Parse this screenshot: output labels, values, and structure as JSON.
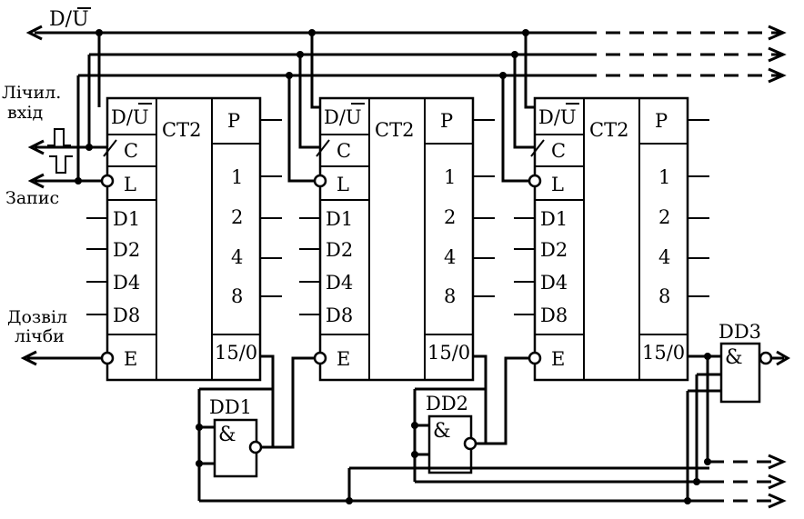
{
  "bus": {
    "dir_label_prefix": "D/",
    "dir_label_bar": "U"
  },
  "inputs": {
    "count_in_1": "Лічил.",
    "count_in_2": "вхід",
    "write": "Запис",
    "enable_1": "Дозвіл",
    "enable_2": "лічби"
  },
  "counters": [
    {
      "func": "CT2",
      "pins_left": {
        "dir_prefix": "D/",
        "dir_bar": "U",
        "clock": "C",
        "load": "L",
        "d1": "D1",
        "d2": "D2",
        "d4": "D4",
        "d8": "D8",
        "enable": "E"
      },
      "pins_right": {
        "p": "P",
        "q1": "1",
        "q2": "2",
        "q4": "4",
        "q8": "8",
        "tc": "15/0"
      }
    },
    {
      "func": "CT2",
      "pins_left": {
        "dir_prefix": "D/",
        "dir_bar": "U",
        "clock": "C",
        "load": "L",
        "d1": "D1",
        "d2": "D2",
        "d4": "D4",
        "d8": "D8",
        "enable": "E"
      },
      "pins_right": {
        "p": "P",
        "q1": "1",
        "q2": "2",
        "q4": "4",
        "q8": "8",
        "tc": "15/0"
      }
    },
    {
      "func": "CT2",
      "pins_left": {
        "dir_prefix": "D/",
        "dir_bar": "U",
        "clock": "C",
        "load": "L",
        "d1": "D1",
        "d2": "D2",
        "d4": "D4",
        "d8": "D8",
        "enable": "E"
      },
      "pins_right": {
        "p": "P",
        "q1": "1",
        "q2": "2",
        "q4": "4",
        "q8": "8",
        "tc": "15/0"
      }
    }
  ],
  "gates": [
    {
      "name": "DD1",
      "symbol": "&"
    },
    {
      "name": "DD2",
      "symbol": "&"
    },
    {
      "name": "DD3",
      "symbol": "&"
    }
  ]
}
